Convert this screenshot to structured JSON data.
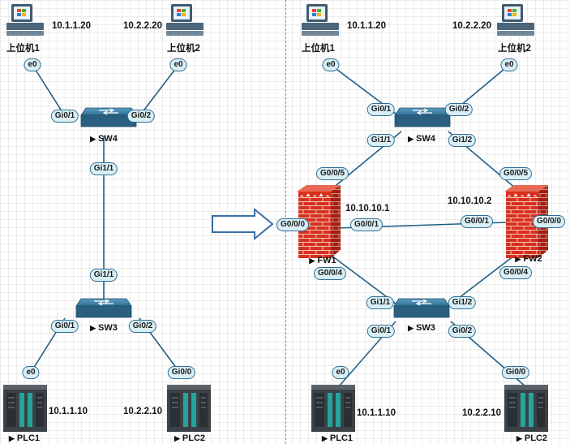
{
  "left": {
    "pc1": {
      "label": "上位机1",
      "ip": "10.1.1.20",
      "port": "e0"
    },
    "pc2": {
      "label": "上位机2",
      "ip": "10.2.2.20",
      "port": "e0"
    },
    "sw4": {
      "name": "SW4",
      "ports": {
        "gi01": "Gi0/1",
        "gi02": "Gi0/2",
        "gi11": "Gi1/1"
      }
    },
    "sw3": {
      "name": "SW3",
      "ports": {
        "gi01": "Gi0/1",
        "gi02": "Gi0/2",
        "gi11": "Gi1/1"
      }
    },
    "plc1": {
      "label": "PLC1",
      "ip": "10.1.1.10",
      "port": "e0"
    },
    "plc2": {
      "label": "PLC2",
      "ip": "10.2.2.10",
      "port": "Gi0/0"
    }
  },
  "right": {
    "pc1": {
      "label": "上位机1",
      "ip": "10.1.1.20",
      "port": "e0"
    },
    "pc2": {
      "label": "上位机2",
      "ip": "10.2.2.20",
      "port": "e0"
    },
    "sw4": {
      "name": "SW4",
      "ports": {
        "gi01": "Gi0/1",
        "gi02": "Gi0/2",
        "gi11": "Gi1/1",
        "gi12": "Gi1/2"
      }
    },
    "fw1": {
      "name": "FW1",
      "ip": "10.10.10.1",
      "ports": {
        "g005": "G0/0/5",
        "g000": "G0/0/0",
        "g001": "G0/0/1",
        "g004": "G0/0/4"
      }
    },
    "fw2": {
      "name": "FW2",
      "ip": "10.10.10.2",
      "ports": {
        "g005": "G0/0/5",
        "g000": "G0/0/0",
        "g001": "G0/0/1",
        "g004": "G0/0/4"
      }
    },
    "sw3": {
      "name": "SW3",
      "ports": {
        "gi01": "Gi0/1",
        "gi02": "Gi0/2",
        "gi11": "Gi1/1",
        "gi12": "Gi1/2"
      }
    },
    "plc1": {
      "label": "PLC1",
      "ip": "10.1.1.10",
      "port": "e0"
    },
    "plc2": {
      "label": "PLC2",
      "ip": "10.2.2.10",
      "port": "Gi0/0"
    }
  },
  "colors": {
    "link": "#1f5f85",
    "port_fill": "#d9eef5",
    "switch": "#2f6f93",
    "firewall": "#d9301e",
    "arrow": "#3a6ea5"
  },
  "icons": {
    "pc": "windows-pc-icon",
    "switch": "switch-icon",
    "firewall": "firewall-icon",
    "plc": "plc-icon",
    "arrow": "right-arrow-icon"
  }
}
